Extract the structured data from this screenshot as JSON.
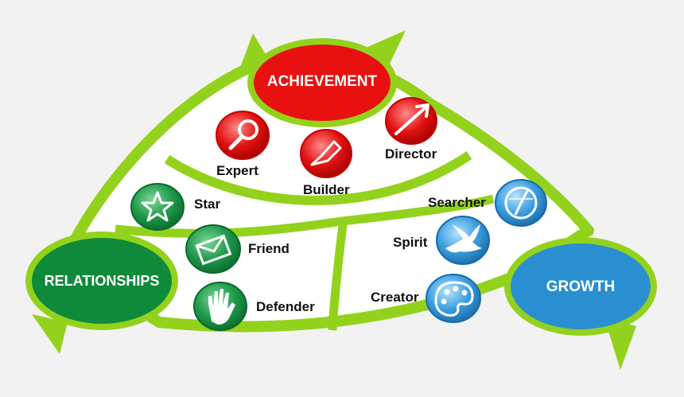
{
  "hubs": {
    "achievement": "ACHIEVEMENT",
    "relationships": "RELATIONSHIPS",
    "growth": "GROWTH"
  },
  "roles": {
    "expert": "Expert",
    "builder": "Builder",
    "director": "Director",
    "star": "Star",
    "friend": "Friend",
    "defender": "Defender",
    "searcher": "Searcher",
    "spirit": "Spirit",
    "creator": "Creator"
  },
  "icons": {
    "expert": "magnifier-icon",
    "builder": "trowel-icon",
    "director": "arrow-icon",
    "star": "star-icon",
    "friend": "envelope-icon",
    "defender": "hand-icon",
    "searcher": "compass-icon",
    "spirit": "dove-icon",
    "creator": "palette-icon"
  },
  "colors": {
    "frame_green": "#8fd11c",
    "achievement_red": "#ee1111",
    "relationships_green": "#0f8a3a",
    "growth_blue": "#2a8fd0"
  }
}
